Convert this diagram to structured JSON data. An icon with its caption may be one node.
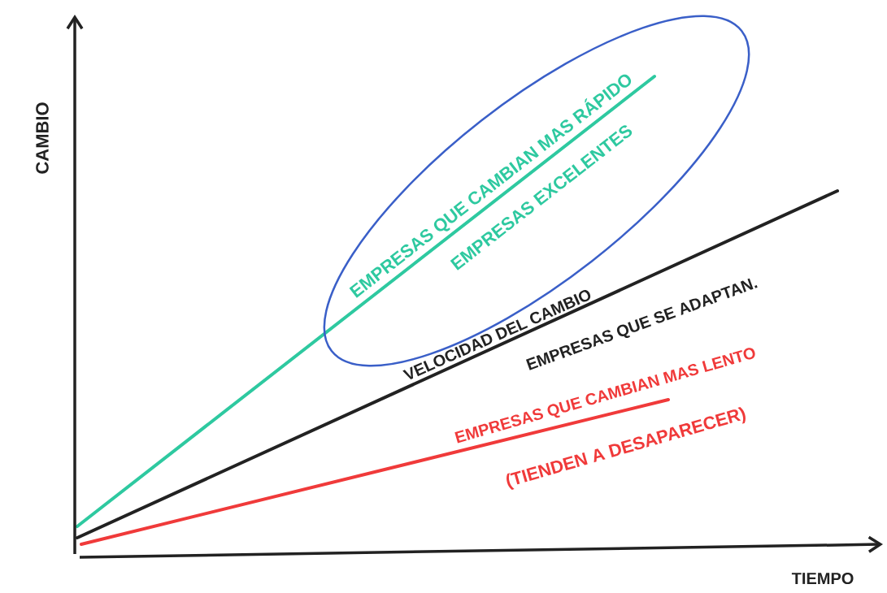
{
  "diagram": {
    "nodes": [
      {
        "text": [
          "EMPRESAS EXCELENTES"
        ]
      }
    ],
    "labels": [
      "CAMBIO",
      "EMPRESAS QUE CAMBIAN MAS RÁPIDO",
      "VELOCIDAD DEL CAMBIO",
      "EMPRESAS QUE SE ADAPTAN.",
      "EMPRESAS QUE CAMBIAN MAS LENTO",
      "(TIENDEN A DESAPARECER)",
      "TIEMPO"
    ]
  }
}
